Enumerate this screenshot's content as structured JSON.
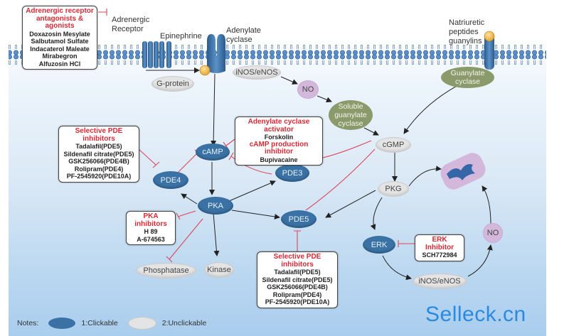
{
  "diagram": {
    "title": "cAMP / cGMP PDE signaling pathway",
    "membrane_labels": {
      "adrenergic_receptor": "Adrenergic\nReceptor",
      "epinephrine": "Epinephrine",
      "adenylate_cyclase": "Adenylate\ncyclase",
      "natriuretic": "Natriuretic\npeptides\nguanylins"
    },
    "nodes": {
      "g_protein": "G-protein",
      "inos_top": "iNOS/eNOS",
      "no_top": "NO",
      "soluble_gc": "Soluble\nguanylate\ncyclase",
      "guanylate_cyclase": "Guanylate\ncyclase",
      "camp": "cAMP",
      "cgmp": "cGMP",
      "pde4": "PDE4",
      "pde3": "PDE3",
      "pka": "PKA",
      "pde5": "PDE5",
      "pkg": "PKG",
      "erk": "ERK",
      "phosphatase": "Phosphatase",
      "kinase": "Kinase",
      "inos_bottom": "iNOS/eNOS",
      "no_bottom": "NO",
      "mitochondrion": "Mitochondrion"
    },
    "boxes": {
      "adrenergic": {
        "title": "Adrenergic receptor antagonists & agonists",
        "items": [
          "Doxazosin Mesylate",
          "Salbutamol Sulfate",
          "Indacaterol Maleate",
          "Mirabegron",
          "Alfuzosin HCl"
        ]
      },
      "pde_left": {
        "title": "Selective PDE inhibitors",
        "items": [
          "Tadalafil(PDE5)",
          "Sildenafil citrate(PDE5)",
          "GSK256066(PDE4B)",
          "Rolipram(PDE4)",
          "PF-2545920(PDE10A)"
        ]
      },
      "ac": {
        "title1": "Adenylate cyclase activator",
        "item1": "Forskolin",
        "title2": "cAMP production inhibitor",
        "item2": "Bupivacaine"
      },
      "pka": {
        "title": "PKA inhibitors",
        "items": [
          "H 89",
          "A-674563"
        ]
      },
      "pde_bottom": {
        "title": "Selective PDE inhibitors",
        "items": [
          "Tadalafil(PDE5)",
          "Sildenafil citrate(PDE5)",
          "GSK256066(PDE4B)",
          "Rolipram(PDE4)",
          "PF-2545920(PDE10A)"
        ]
      },
      "erk": {
        "title": "ERK Inhibitor",
        "items": [
          "SCH772984"
        ]
      }
    },
    "legend": {
      "notes": "Notes:",
      "clickable": "1:Clickable",
      "unclickable": "2:Unclickable"
    },
    "brand": "Selleck.cn",
    "colors": {
      "clickable": "#3a72a5",
      "unclickable": "#e4e4e4",
      "inhibitor_title": "#d52a35",
      "inhibition_line": "#d9485a",
      "activation_line": "#222222",
      "brand": "#2b8ae0"
    }
  }
}
